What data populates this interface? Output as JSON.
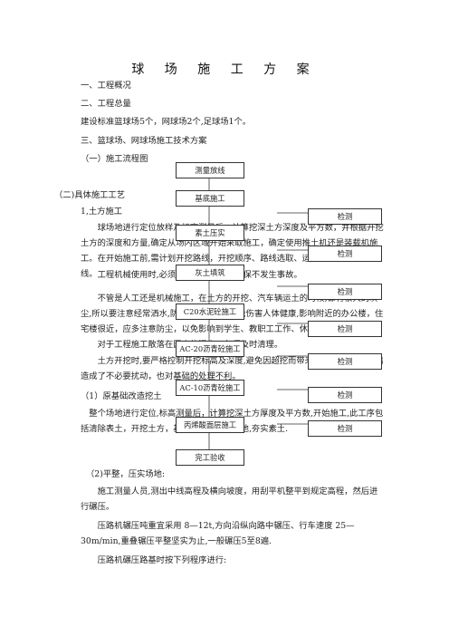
{
  "title": "球 场 施 工 方 案",
  "lines": {
    "s1": "一、工程概况",
    "s2": "二、工程总量",
    "s2_text": "建设标准篮球场5个，网球场2个,足球场1个。",
    "s3": "三、篮球场、网球场施工技术方案",
    "s3_1": "（一）施工流程图",
    "s3_2": "（二)具体施工工艺",
    "s3_2_1": "1,土方施工",
    "p_ground": "球场地进行定位放样及标高测量后，计算挖深土方深度及平方数，并根据开挖土方的深度和方量,确定从场内区域开始采取施工，确定使用推土机还是装载机施工。在开始施工前,需计划开挖路线，开挖顺序、路线选取、运土车辆的行车路线。",
    "p_mech": "工程机械使用时,必须有专人来指挥，确保不发生事故。",
    "p_dust": "不管是人工还是机械施工，在土方的开挖、汽车辆运土的时候,都有很大的灰尘,所以要注意经常洒水,防止土方起尘，避免伤害人体健康,影响附近的办公楼，住宅楼很近，应多注意防尘，以免影响到学生、教职工工作、休息。",
    "p_mud": "对于工程施工散落在园内的泥土，必须及时清理。",
    "p_strict": "土方开挖时,要严格控制开挖标高及深度,避免因超挖而带来的回填.超挖对基础造成了不必要扰动，也对基础的处理不利。",
    "p_sub1": "（1）原基础改造挖土",
    "p_sub1_text": "整个场地进行定位,标高测量后，计算挖深土方厚度及平方数,开始施工,此工序包括清除表土，开挖土方，基础处理和平整场地,夯实素土.",
    "p_sub2": "（2)平整，压实场地:",
    "p_sub2_text": "施工测量人员,测出中线高程及横向坡度，用刮平机整平到规定高程，然后进行碾压。",
    "p_roller": "压路机辗压吨重宜采用 8—12t,方向沿纵向路中辗压、行车速度 25—30m/min,重叠辗压平整坚实为止,一般碾压5至8遍.",
    "p_order": "压路机碾压路基时按下列程序进行:"
  },
  "flow": {
    "steps": [
      "测量放线",
      "基底施工",
      "素土压实",
      "灰土填筑",
      "C20水泥砼施工",
      "AC-20沥青砼施工",
      "AC-10沥青砼施工",
      "丙烯酸面层施工",
      "完工验收"
    ],
    "checks": [
      "检测",
      "检测",
      "检测",
      "检测",
      "检测",
      "检测",
      "检测"
    ]
  }
}
